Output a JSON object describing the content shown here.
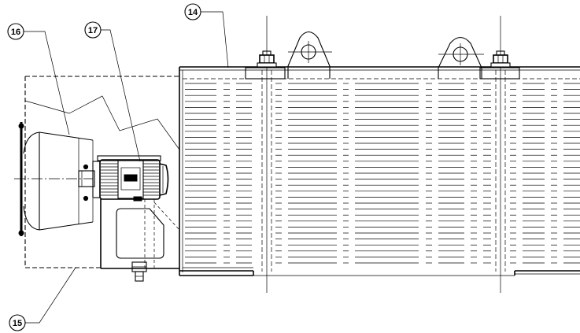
{
  "callouts": {
    "item_14": "14",
    "item_15": "15",
    "item_16": "16",
    "item_17": "17"
  },
  "colors": {
    "line": "#000000",
    "background": "#ffffff"
  }
}
